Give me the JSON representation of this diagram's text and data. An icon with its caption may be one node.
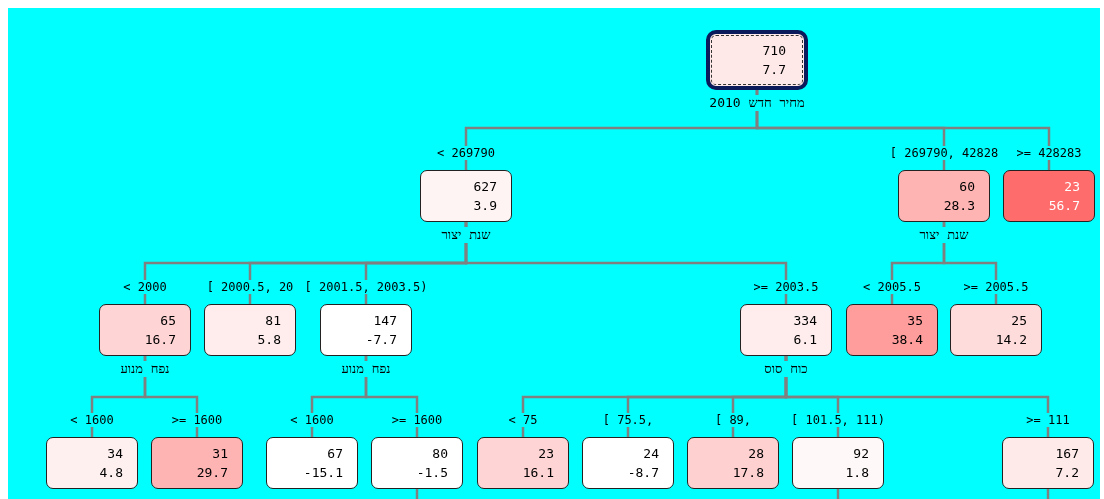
{
  "diagram": {
    "nodes": [
      {
        "text": [
          "710",
          "7.7"
        ],
        "beside": [
          "מחיר חדש 2010"
        ]
      },
      {
        "text": [
          "627",
          "3.9"
        ],
        "beside": [
          "שנת יצור"
        ]
      },
      {
        "text": [
          "60",
          "28.3"
        ],
        "beside": [
          "שנת יצור"
        ]
      },
      {
        "text": [
          "23",
          "56.7"
        ]
      },
      {
        "text": [
          "65",
          "16.7"
        ],
        "beside": [
          "נפח מנוע"
        ]
      },
      {
        "text": [
          "81",
          "5.8"
        ]
      },
      {
        "text": [
          "147",
          "-7.7"
        ],
        "beside": [
          "נפח מנוע"
        ]
      },
      {
        "text": [
          "334",
          "6.1"
        ],
        "beside": [
          "כוח סוס"
        ]
      },
      {
        "text": [
          "35",
          "38.4"
        ]
      },
      {
        "text": [
          "25",
          "14.2"
        ]
      },
      {
        "text": [
          "34",
          "4.8"
        ]
      },
      {
        "text": [
          "31",
          "29.7"
        ]
      },
      {
        "text": [
          "67",
          "-15.1"
        ]
      },
      {
        "text": [
          "80",
          "-1.5"
        ]
      },
      {
        "text": [
          "23",
          "16.1"
        ]
      },
      {
        "text": [
          "24",
          "-8.7"
        ]
      },
      {
        "text": [
          "28",
          "17.8"
        ]
      },
      {
        "text": [
          "92",
          "1.8"
        ]
      },
      {
        "text": [
          "167",
          "7.2"
        ]
      }
    ],
    "edges": [
      {
        "from": 0,
        "to": 1,
        "arrow": "none",
        "label": "< 269790"
      },
      {
        "from": 0,
        "to": 2,
        "arrow": "none",
        "label": "[ 269790, 42828"
      },
      {
        "from": 0,
        "to": 3,
        "arrow": "none",
        "label": ">= 428283"
      },
      {
        "from": 1,
        "to": 4,
        "arrow": "none",
        "label": "< 2000"
      },
      {
        "from": 1,
        "to": 5,
        "arrow": "none",
        "label": "[ 2000.5, 20"
      },
      {
        "from": 1,
        "to": 6,
        "arrow": "none",
        "label": "[ 2001.5, 2003.5)"
      },
      {
        "from": 1,
        "to": 7,
        "arrow": "none",
        "label": ">= 2003.5"
      },
      {
        "from": 2,
        "to": 8,
        "arrow": "none",
        "label": "< 2005.5"
      },
      {
        "from": 2,
        "to": 9,
        "arrow": "none",
        "label": ">= 2005.5"
      },
      {
        "from": 4,
        "to": 10,
        "arrow": "none",
        "label": "< 1600"
      },
      {
        "from": 4,
        "to": 11,
        "arrow": "none",
        "label": ">= 1600"
      },
      {
        "from": 6,
        "to": 12,
        "arrow": "none",
        "label": "< 1600"
      },
      {
        "from": 6,
        "to": 13,
        "arrow": "none",
        "label": ">= 1600"
      },
      {
        "from": 7,
        "to": 14,
        "arrow": "none",
        "label": "< 75"
      },
      {
        "from": 7,
        "to": 15,
        "arrow": "none",
        "label": "[ 75.5,"
      },
      {
        "from": 7,
        "to": 16,
        "arrow": "none",
        "label": "[ 89,"
      },
      {
        "from": 7,
        "to": 17,
        "arrow": "none",
        "label": "[ 101.5, 111)"
      },
      {
        "from": 7,
        "to": 18,
        "arrow": "none",
        "label": ">= 111"
      },
      {
        "from": 13,
        "to": null,
        "arrow": "none"
      },
      {
        "from": 17,
        "to": null,
        "arrow": "none"
      },
      {
        "from": 18,
        "to": null,
        "arrow": "none"
      }
    ]
  }
}
